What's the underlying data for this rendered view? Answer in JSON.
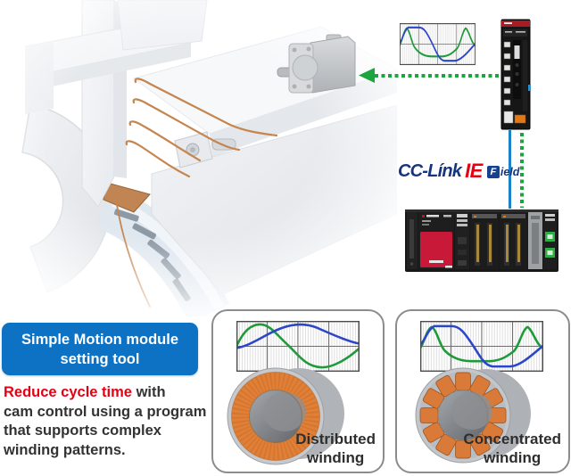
{
  "colors": {
    "banner_blue": "#0e72c4",
    "accent_red": "#e60012",
    "text_dark": "#333333",
    "wave_green": "#1f9a3a",
    "wave_blue": "#2b46c8",
    "dotted_line_green": "#1ca43f",
    "network_line_blue": "#1b82c8",
    "cclink_navy": "#17357e",
    "copper_orange": "#dd7f35"
  },
  "network": {
    "cclink_logo": {
      "part1": "CC-Línk",
      "part2": "IE",
      "part3": "F",
      "part4": "ield"
    }
  },
  "banner": {
    "line1": "Simple Motion module",
    "line2": "setting tool"
  },
  "description": {
    "highlight": "Reduce cycle time",
    "line1_rest": " with",
    "line2": "cam control using a program",
    "line3": "that supports complex",
    "line4": "winding patterns."
  },
  "cards": [
    {
      "label_line1": "Distributed",
      "label_line2": "winding"
    },
    {
      "label_line1": "Concentrated",
      "label_line2": "winding"
    }
  ],
  "waveform_charts": {
    "type": "line",
    "grid": {
      "columns": 4,
      "rows": 2
    },
    "series": [
      {
        "name": "green-phase"
      },
      {
        "name": "blue-phase"
      }
    ],
    "instances": [
      "network-top",
      "distributed-card",
      "concentrated-card"
    ]
  }
}
